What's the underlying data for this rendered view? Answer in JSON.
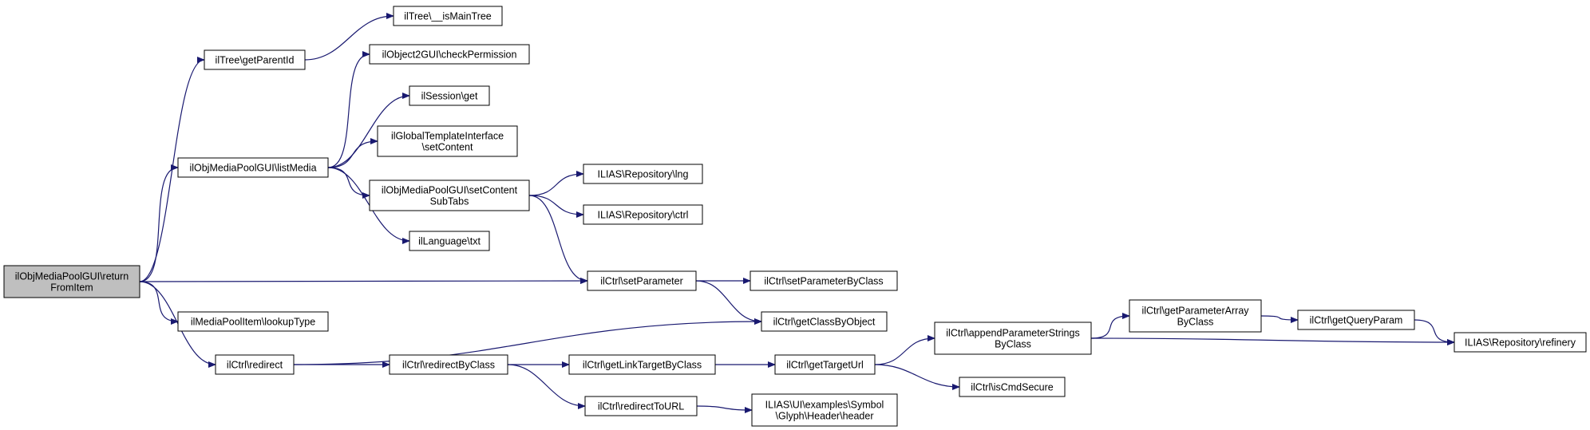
{
  "diagram": {
    "type": "call-graph",
    "colors": {
      "edge": "#191970",
      "node_border": "#000000",
      "node_fill": "#ffffff",
      "root_fill": "#bfbfbf"
    },
    "nodes": [
      {
        "id": "root",
        "lines": [
          "ilObjMediaPoolGUI\\return",
          "FromItem"
        ],
        "root": true
      },
      {
        "id": "getParentId",
        "lines": [
          "ilTree\\getParentId"
        ]
      },
      {
        "id": "isMainTree",
        "lines": [
          "ilTree\\__isMainTree"
        ]
      },
      {
        "id": "listMedia",
        "lines": [
          "ilObjMediaPoolGUI\\listMedia"
        ]
      },
      {
        "id": "checkPermission",
        "lines": [
          "ilObject2GUI\\checkPermission"
        ]
      },
      {
        "id": "sessionGet",
        "lines": [
          "ilSession\\get"
        ]
      },
      {
        "id": "setContent",
        "lines": [
          "ilGlobalTemplateInterface",
          "\\setContent"
        ]
      },
      {
        "id": "setContentSubTabs",
        "lines": [
          "ilObjMediaPoolGUI\\setContent",
          "SubTabs"
        ]
      },
      {
        "id": "repoLng",
        "lines": [
          "ILIAS\\Repository\\lng"
        ]
      },
      {
        "id": "repoCtrl",
        "lines": [
          "ILIAS\\Repository\\ctrl"
        ]
      },
      {
        "id": "langTxt",
        "lines": [
          "ilLanguage\\txt"
        ]
      },
      {
        "id": "setParameter",
        "lines": [
          "ilCtrl\\setParameter"
        ]
      },
      {
        "id": "setParameterByClass",
        "lines": [
          "ilCtrl\\setParameterByClass"
        ]
      },
      {
        "id": "getClassByObject",
        "lines": [
          "ilCtrl\\getClassByObject"
        ]
      },
      {
        "id": "lookupType",
        "lines": [
          "ilMediaPoolItem\\lookupType"
        ]
      },
      {
        "id": "redirect",
        "lines": [
          "ilCtrl\\redirect"
        ]
      },
      {
        "id": "redirectByClass",
        "lines": [
          "ilCtrl\\redirectByClass"
        ]
      },
      {
        "id": "getLinkTargetByClass",
        "lines": [
          "ilCtrl\\getLinkTargetByClass"
        ]
      },
      {
        "id": "getTargetUrl",
        "lines": [
          "ilCtrl\\getTargetUrl"
        ]
      },
      {
        "id": "appendParameterStringsByClass",
        "lines": [
          "ilCtrl\\appendParameterStrings",
          "ByClass"
        ]
      },
      {
        "id": "getParameterArrayByClass",
        "lines": [
          "ilCtrl\\getParameterArray",
          "ByClass"
        ]
      },
      {
        "id": "getQueryParam",
        "lines": [
          "ilCtrl\\getQueryParam"
        ]
      },
      {
        "id": "refinery",
        "lines": [
          "ILIAS\\Repository\\refinery"
        ]
      },
      {
        "id": "isCmdSecure",
        "lines": [
          "ilCtrl\\isCmdSecure"
        ]
      },
      {
        "id": "redirectToURL",
        "lines": [
          "ilCtrl\\redirectToURL"
        ]
      },
      {
        "id": "symbolHeader",
        "lines": [
          "ILIAS\\UI\\examples\\Symbol",
          "\\Glyph\\Header\\header"
        ]
      }
    ],
    "edges": [
      [
        "root",
        "getParentId"
      ],
      [
        "root",
        "listMedia"
      ],
      [
        "root",
        "setParameter"
      ],
      [
        "root",
        "lookupType"
      ],
      [
        "root",
        "redirect"
      ],
      [
        "getParentId",
        "isMainTree"
      ],
      [
        "listMedia",
        "checkPermission"
      ],
      [
        "listMedia",
        "sessionGet"
      ],
      [
        "listMedia",
        "setContent"
      ],
      [
        "listMedia",
        "setContentSubTabs"
      ],
      [
        "listMedia",
        "langTxt"
      ],
      [
        "setContentSubTabs",
        "repoLng"
      ],
      [
        "setContentSubTabs",
        "repoCtrl"
      ],
      [
        "setContentSubTabs",
        "setParameter"
      ],
      [
        "setParameter",
        "setParameterByClass"
      ],
      [
        "setParameter",
        "getClassByObject"
      ],
      [
        "redirect",
        "getClassByObject"
      ],
      [
        "redirect",
        "redirectByClass"
      ],
      [
        "redirectByClass",
        "getLinkTargetByClass"
      ],
      [
        "redirectByClass",
        "redirectToURL"
      ],
      [
        "getLinkTargetByClass",
        "getTargetUrl"
      ],
      [
        "getTargetUrl",
        "appendParameterStringsByClass"
      ],
      [
        "getTargetUrl",
        "isCmdSecure"
      ],
      [
        "appendParameterStringsByClass",
        "getParameterArrayByClass"
      ],
      [
        "appendParameterStringsByClass",
        "refinery"
      ],
      [
        "getParameterArrayByClass",
        "getQueryParam"
      ],
      [
        "getQueryParam",
        "refinery"
      ],
      [
        "redirectToURL",
        "symbolHeader"
      ]
    ]
  }
}
